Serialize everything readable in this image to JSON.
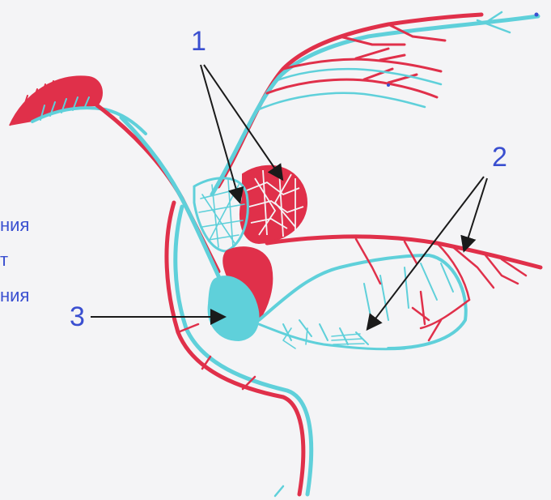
{
  "figure": {
    "labels": {
      "label_1": "1",
      "label_2": "2",
      "label_3": "3"
    },
    "left_edge_text": [
      "ния",
      "т",
      "ния"
    ],
    "colors": {
      "background": "#f4f4f6",
      "arterial": "#e0304a",
      "venous": "#5fd0da",
      "label": "#3a4fd0",
      "arrow": "#1a1a1a"
    }
  }
}
